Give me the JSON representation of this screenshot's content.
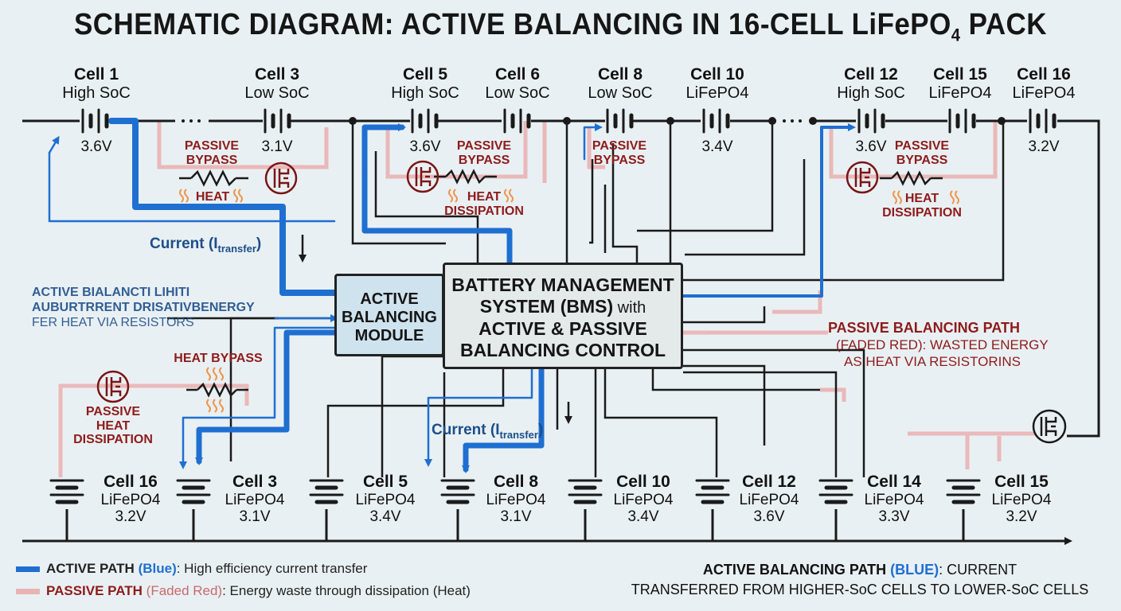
{
  "title": {
    "main": "SCHEMATIC DIAGRAM: ACTIVE BALANCING IN 16-CELL LiFePO",
    "sub": "4",
    "tail": " PACK"
  },
  "top_cells": [
    {
      "name": "Cell 1",
      "state": "High SoC",
      "voltage": "3.6V"
    },
    {
      "name": "Cell 3",
      "state": "Low SoC",
      "voltage": "3.1V"
    },
    {
      "name": "Cell 5",
      "state": "High SoC",
      "voltage": "3.6V"
    },
    {
      "name": "Cell 6",
      "state": "Low SoC",
      "voltage": ""
    },
    {
      "name": "Cell 8",
      "state": "Low SoC",
      "voltage": ""
    },
    {
      "name": "Cell 10",
      "state": "LiFePO4",
      "voltage": "3.4V"
    },
    {
      "name": "Cell 12",
      "state": "High SoC",
      "voltage": "3.6V"
    },
    {
      "name": "Cell 15",
      "state": "LiFePO4",
      "voltage": ""
    },
    {
      "name": "Cell 16",
      "state": "LiFePO4",
      "voltage": "3.2V"
    }
  ],
  "bottom_cells": [
    {
      "name": "Cell 16",
      "chem": "LiFePO4",
      "voltage": "3.2V"
    },
    {
      "name": "Cell 3",
      "chem": "LiFePO4",
      "voltage": "3.1V"
    },
    {
      "name": "Cell 5",
      "chem": "LiFePO4",
      "voltage": "3.4V"
    },
    {
      "name": "Cell 8",
      "chem": "LiFePO4",
      "voltage": "3.1V"
    },
    {
      "name": "Cell 10",
      "chem": "LiFePO4",
      "voltage": "3.4V"
    },
    {
      "name": "Cell 12",
      "chem": "LiFePO4",
      "voltage": "3.6V"
    },
    {
      "name": "Cell 14",
      "chem": "LiFePO4",
      "voltage": "3.3V"
    },
    {
      "name": "Cell 15",
      "chem": "LiFePO4",
      "voltage": "3.2V"
    }
  ],
  "labels": {
    "passive_bypass_l1": "PASSIVE",
    "passive_bypass_l2": "BYPASS",
    "heat": "HEAT",
    "heat_dissipation_l1": "HEAT",
    "heat_dissipation_l2": "DISSIPATION",
    "heat_bypass": "HEAT BYPASS",
    "passive_heat_l1": "PASSIVE",
    "passive_heat_l2": "HEAT",
    "passive_heat_l3": "DISSIPATION",
    "current_top": "Current (I",
    "current_bottom": "Current (I",
    "current_sub": "transfer",
    "current_close": ")"
  },
  "bms": {
    "line1": "BATTERY MANAGEMENT",
    "line2a": "SYSTEM (BMS)",
    "line2b": " with",
    "line3": "ACTIVE & PASSIVE",
    "line4": "BALANCING CONTROL"
  },
  "module": {
    "line1": "ACTIVE",
    "line2": "BALANCING",
    "line3": "MODULE"
  },
  "garbled": {
    "line1": "ACTIVE BIALANCTI LIHITI",
    "line2": "AUBURTRRENT DRISATIVBENERGY",
    "line3": "FER HEAT VIA RESISTORS"
  },
  "passive_path_note": {
    "title": "PASSIVE BALANCING PATH",
    "line2": "(FADED RED): WASTED ENERGY",
    "line3": "AS HEAT VIA RESISTORINS"
  },
  "legend": {
    "active_key": "ACTIVE PATH",
    "active_color_word": "(Blue)",
    "active_desc": ": High efficiency current transfer",
    "passive_key": "PASSIVE PATH",
    "passive_color_word": "(Faded Red)",
    "passive_desc": ": Energy waste through dissipation (Heat)"
  },
  "footnote": {
    "l1a": "ACTIVE BALANCING PATH ",
    "l1b": "(BLUE)",
    "l1c": ": CURRENT",
    "l2": "TRANSFERRED FROM HIGHER-SoC CELLS TO LOWER-SoC CELLS"
  },
  "colors": {
    "active": "#1f6fd1",
    "passive": "#eab3b3",
    "wire": "#1a1a1a",
    "bms_fill": "#e4eaea",
    "module_fill": "#cfe3ef",
    "heat": "#ef8c3a"
  }
}
